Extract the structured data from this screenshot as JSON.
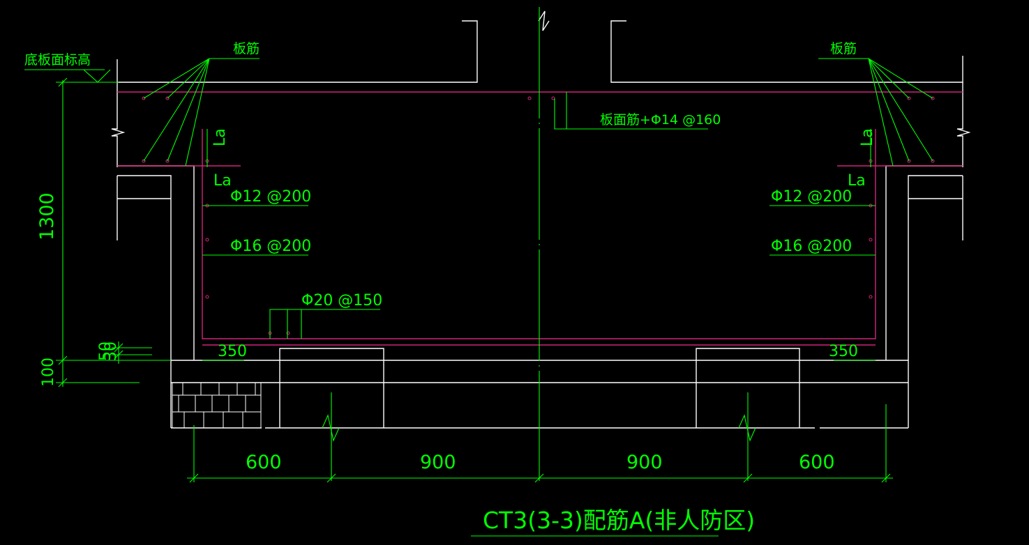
{
  "title": "CT3(3-3)配筋A(非人防区)",
  "labels": {
    "base_level": "底板面标高",
    "slab_bar_left": "板筋",
    "slab_bar_right": "板筋",
    "top_bar": "板面筋+Φ14 @160",
    "la_left_vertical": "La",
    "la_left": "La",
    "la_right_vertical": "La",
    "la_right": "La",
    "bar_12_left": "Φ12 @200",
    "bar_16_left": "Φ16 @200",
    "bar_20": "Φ20 @150",
    "bar_12_right": "Φ12 @200",
    "bar_16_right": "Φ16 @200",
    "offset_left": "350",
    "offset_right": "350"
  },
  "dimensions": {
    "height_1300": "1300",
    "height_100": "100",
    "height_50": "50",
    "height_30": "30",
    "width_600_left": "600",
    "width_900_left": "900",
    "width_900_right": "900",
    "width_600_right": "600"
  },
  "colors": {
    "background": "#000000",
    "outline": "#ffffff",
    "annotation": "#00ff00",
    "rebar": "#d0247a"
  }
}
